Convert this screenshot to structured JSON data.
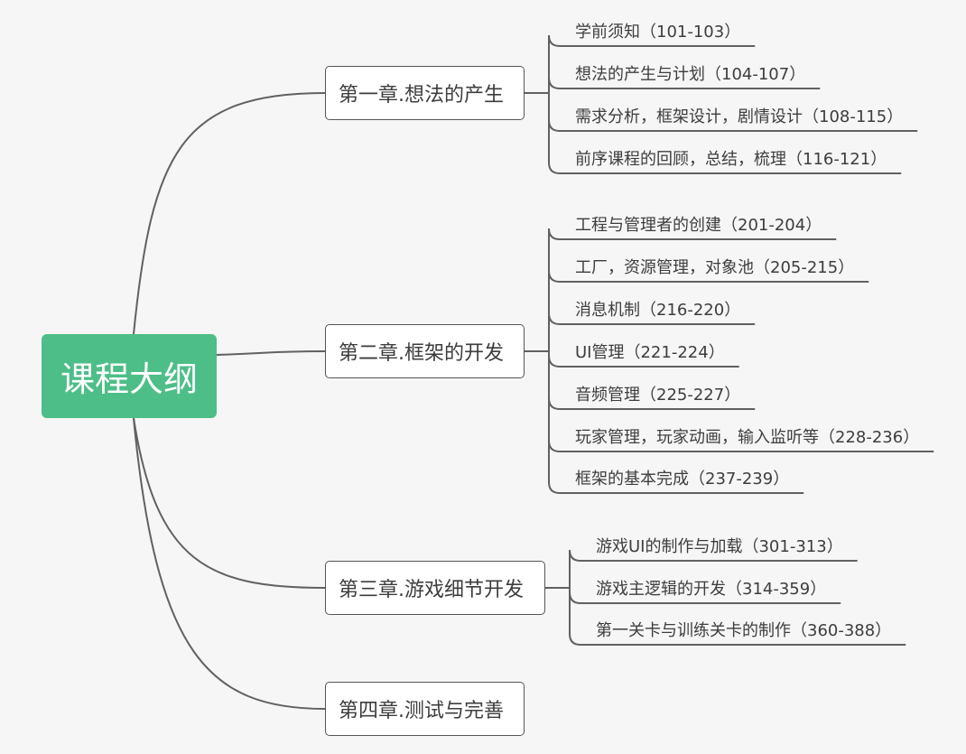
{
  "root": {
    "label": "课程大纲",
    "color": "#4dbe87"
  },
  "line_color": "#616161",
  "chapters": [
    {
      "title": "第一章.想法的产生",
      "items": [
        "学前须知（101-103）",
        "想法的产生与计划（104-107）",
        "需求分析，框架设计，剧情设计（108-115）",
        "前序课程的回顾，总结，梳理（116-121）"
      ]
    },
    {
      "title": "第二章.框架的开发",
      "items": [
        "工程与管理者的创建（201-204）",
        "工厂，资源管理，对象池（205-215）",
        "消息机制（216-220）",
        "UI管理（221-224）",
        "音频管理（225-227）",
        "玩家管理，玩家动画，输入监听等（228-236）",
        "框架的基本完成（237-239）"
      ]
    },
    {
      "title": "第三章.游戏细节开发",
      "items": [
        "游戏UI的制作与加载（301-313）",
        "游戏主逻辑的开发（314-359）",
        "第一关卡与训练关卡的制作（360-388）"
      ]
    },
    {
      "title": "第四章.测试与完善",
      "items": []
    }
  ]
}
